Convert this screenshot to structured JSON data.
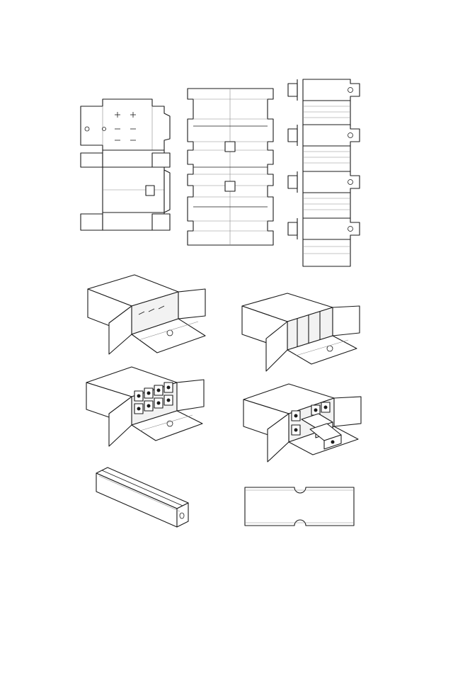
{
  "figure": {
    "background": "#ffffff",
    "line_color": "#1a1a1a",
    "fold_color": "#8a8a8a",
    "panels": [
      {
        "id": "blank-outer-sleeve",
        "kind": "flat die-cut blank"
      },
      {
        "id": "blank-middle-insert",
        "kind": "flat die-cut blank"
      },
      {
        "id": "blank-drawer-strip",
        "kind": "flat die-cut blank"
      },
      {
        "id": "step-1-open-box",
        "kind": "isometric assembly step"
      },
      {
        "id": "step-2-dividers",
        "kind": "isometric assembly step"
      },
      {
        "id": "step-3-drawer-grid",
        "kind": "isometric assembly step"
      },
      {
        "id": "step-4-drawers-pulled",
        "kind": "isometric assembly step"
      },
      {
        "id": "single-drawer",
        "kind": "isometric part"
      },
      {
        "id": "drawer-front-panel",
        "kind": "flat part"
      }
    ]
  }
}
